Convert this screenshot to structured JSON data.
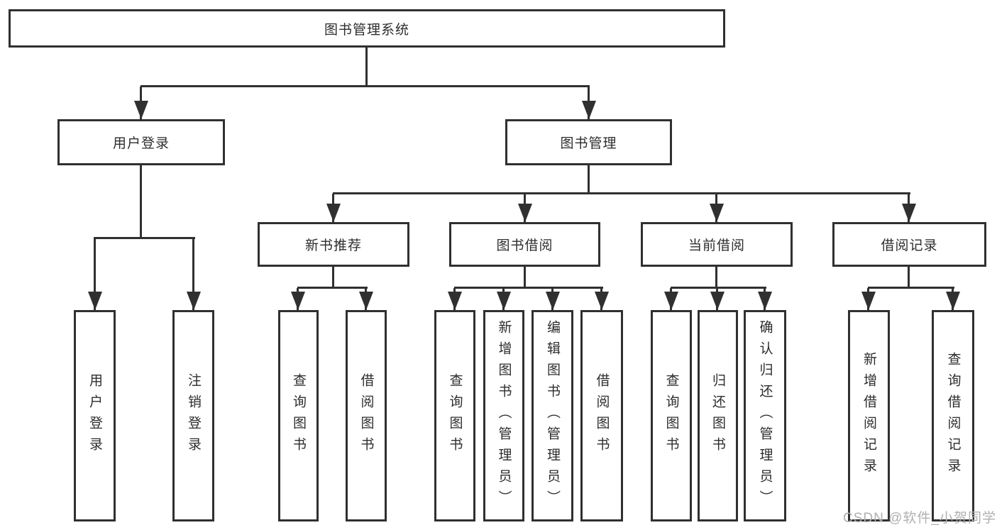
{
  "tree": {
    "root": {
      "label": "图书管理系统"
    },
    "branches": [
      {
        "label": "用户登录",
        "children": [
          {
            "label": "用户登录"
          },
          {
            "label": "注销登录"
          }
        ]
      },
      {
        "label": "图书管理",
        "modules": [
          {
            "label": "新书推荐",
            "children": [
              {
                "label": "查询图书"
              },
              {
                "label": "借阅图书"
              }
            ]
          },
          {
            "label": "图书借阅",
            "children": [
              {
                "label": "查询图书"
              },
              {
                "label": "新增图书（管理员）"
              },
              {
                "label": "编辑图书（管理员）"
              },
              {
                "label": "借阅图书"
              }
            ]
          },
          {
            "label": "当前借阅",
            "children": [
              {
                "label": "查询图书"
              },
              {
                "label": "归还图书"
              },
              {
                "label": "确认归还（管理员）"
              }
            ]
          },
          {
            "label": "借阅记录",
            "children": [
              {
                "label": "新增借阅记录"
              },
              {
                "label": "查询借阅记录"
              }
            ]
          }
        ]
      }
    ]
  },
  "watermark": {
    "text": "CSDN @软件_小贺同学",
    "color": "#b0b0b0"
  },
  "colors": {
    "line": "#303030",
    "text": "#2d2d2d",
    "background": "#ffffff"
  }
}
